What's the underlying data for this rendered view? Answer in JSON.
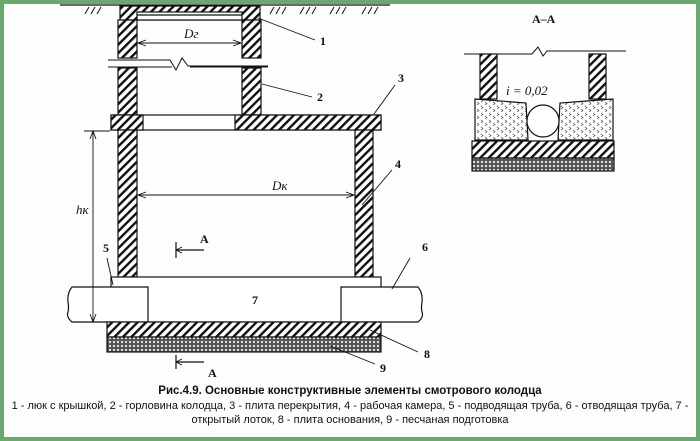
{
  "diagram": {
    "labels": [
      "1",
      "2",
      "3",
      "4",
      "5",
      "6",
      "7",
      "8",
      "9"
    ],
    "dim_neck": "Dг",
    "dim_chamber": "Dк",
    "dim_height": "hк",
    "section_mark": "A",
    "section_title": "A–A",
    "slope": "i = 0,02"
  },
  "caption": {
    "title": "Рис.4.9. Основные конструктивные элементы смотрового колодца",
    "legend": "1 - люк с крышкой, 2 - горловина колодца, 3 - плита перекрытия, 4 - рабочая камера, 5 - подводящая труба, 6 - отводящая труба, 7 - открытый лоток, 8 - плита основания, 9 - песчаная подготовка"
  },
  "colors": {
    "frame": "#6aa870",
    "ink": "#111111"
  }
}
